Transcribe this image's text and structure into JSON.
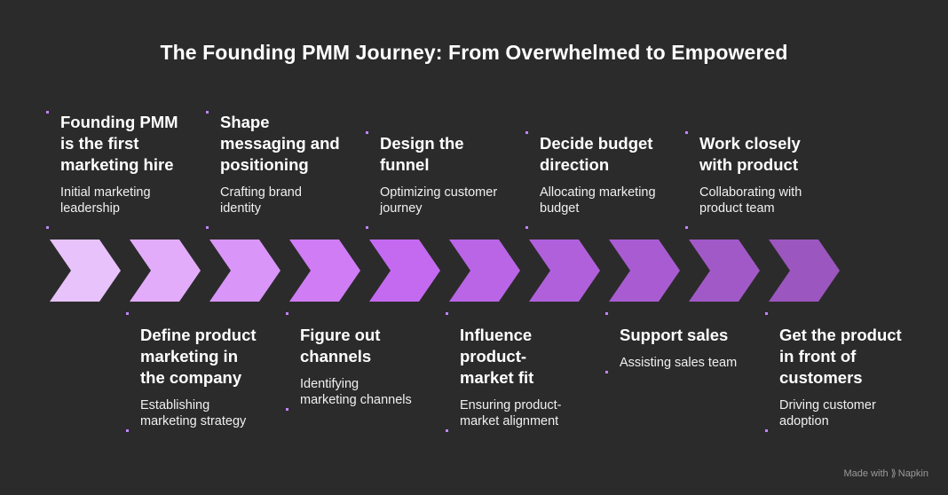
{
  "title": "The Founding PMM Journey: From Overwhelmed to Empowered",
  "steps": [
    {
      "head": [
        "Founding PMM",
        "is the first",
        "marketing hire"
      ],
      "sub": [
        "Initial marketing",
        "leadership"
      ],
      "color": "#e8c2fb"
    },
    {
      "head": [
        "Define product",
        "marketing in",
        "the company"
      ],
      "sub": [
        "Establishing",
        "marketing strategy"
      ],
      "color": "#e3acfb"
    },
    {
      "head": [
        "Shape",
        "messaging and",
        "positioning"
      ],
      "sub": [
        "Crafting brand",
        "identity"
      ],
      "color": "#d995f8"
    },
    {
      "head": [
        "Figure out",
        "channels"
      ],
      "sub": [
        "Identifying",
        "marketing channels"
      ],
      "color": "#cf7cf5"
    },
    {
      "head": [
        "Design the",
        "funnel"
      ],
      "sub": [
        "Optimizing customer",
        "journey"
      ],
      "color": "#c46af0"
    },
    {
      "head": [
        "Influence",
        "product-",
        "market fit"
      ],
      "sub": [
        "Ensuring product-",
        "market alignment"
      ],
      "color": "#b965e6"
    },
    {
      "head": [
        "Decide budget",
        "direction"
      ],
      "sub": [
        "Allocating marketing",
        "budget"
      ],
      "color": "#b160dc"
    },
    {
      "head": [
        "Support sales"
      ],
      "sub": [
        "Assisting sales team"
      ],
      "color": "#a95cd2"
    },
    {
      "head": [
        "Work closely",
        "with product"
      ],
      "sub": [
        "Collaborating with",
        "product team"
      ],
      "color": "#a259c8"
    },
    {
      "head": [
        "Get the product",
        "in front of",
        "customers"
      ],
      "sub": [
        "Driving customer",
        "adoption"
      ],
      "color": "#9c56bf"
    }
  ],
  "credit": {
    "made_with": "Made with",
    "brand": "Napkin"
  }
}
